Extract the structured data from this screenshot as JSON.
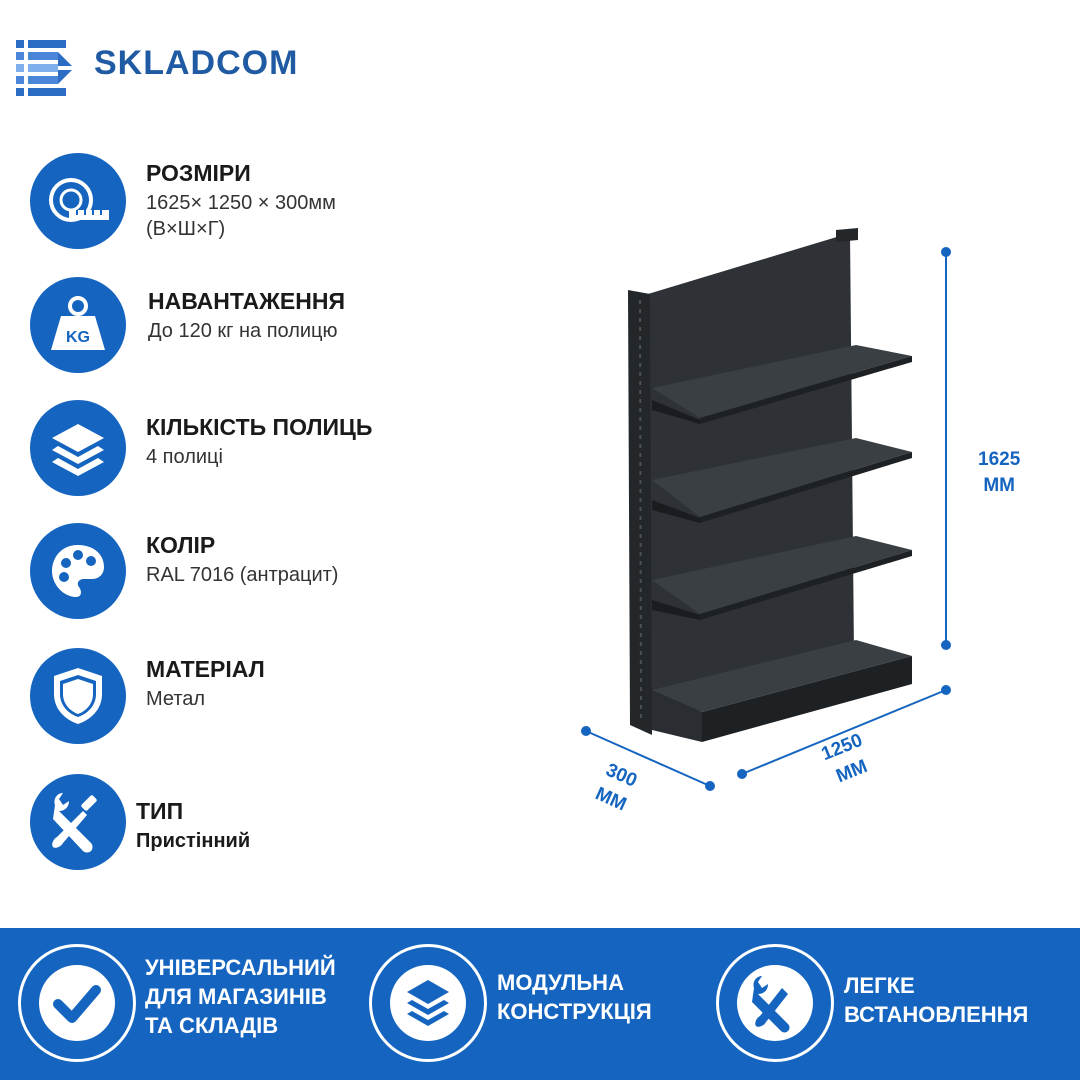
{
  "brand": {
    "name": "SKLADCOM",
    "color": "#1f5aa3"
  },
  "accent_color": "#1565c0",
  "specs": [
    {
      "icon": "tape-measure-icon",
      "title": "РОЗМІРИ",
      "lines": [
        "1625× 1250 × 300мм",
        "(В×Ш×Г)"
      ]
    },
    {
      "icon": "weight-kg-icon",
      "title": "НАВАНТАЖЕННЯ",
      "lines": [
        "До 120 кг на полицю"
      ]
    },
    {
      "icon": "layers-icon",
      "title": "КІЛЬКІСТЬ ПОЛИЦЬ",
      "lines": [
        "4 полиці"
      ]
    },
    {
      "icon": "palette-icon",
      "title": "КОЛІР",
      "lines": [
        "RAL 7016 (антрацит)"
      ]
    },
    {
      "icon": "shield-icon",
      "title": "МАТЕРІАЛ",
      "lines": [
        "Метал"
      ]
    },
    {
      "icon": "wrench-screwdriver-icon",
      "title": "ТИП",
      "lines": [
        "Пристінний"
      ]
    }
  ],
  "dimensions": {
    "height": {
      "value": "1625",
      "unit": "ММ"
    },
    "width": {
      "value": "1250",
      "unit": "ММ"
    },
    "depth": {
      "value": "300",
      "unit": "ММ"
    }
  },
  "banner": [
    {
      "icon": "checkmark-icon",
      "lines": [
        "УНІВЕРСАЛЬНИЙ",
        "ДЛЯ МАГАЗИНІВ",
        "ТА СКЛАДІВ"
      ]
    },
    {
      "icon": "layers-icon",
      "lines": [
        "МОДУЛЬНА",
        "КОНСТРУКЦІЯ"
      ]
    },
    {
      "icon": "wrench-screwdriver-icon",
      "lines": [
        "ЛЕГКЕ",
        "ВСТАНОВЛЕННЯ"
      ]
    }
  ]
}
